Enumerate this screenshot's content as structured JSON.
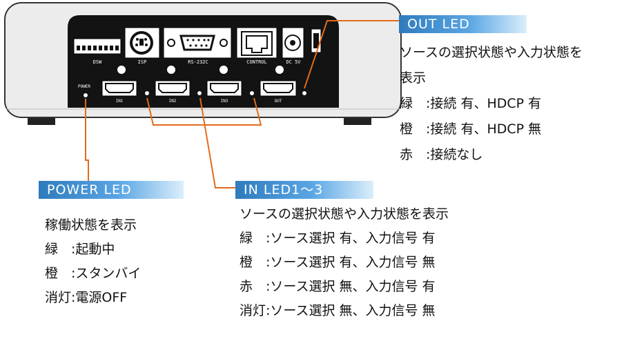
{
  "device": {
    "port_labels": {
      "dsw": "DSW",
      "isp": "ISP",
      "rs232c": "RS-232C",
      "control": "CONTROL",
      "dc5v": "DC 5V",
      "power": "POWER",
      "in1": "IN1",
      "in2": "IN2",
      "in3": "IN3",
      "out": "OUT"
    },
    "colors": {
      "leader_line": "#e36a1b",
      "tag_start": "#2e7bbd",
      "tag_end": "#dbeefb"
    }
  },
  "out_led": {
    "title": "OUT  LED",
    "lines": [
      "ソースの選択状態や入力状態を",
      "表示",
      "緑　:接続 有、HDCP 有",
      "橙　:接続 有、HDCP 無",
      "赤　:接続なし"
    ]
  },
  "power_led": {
    "title": "POWER  LED",
    "lines": [
      "稼働状態を表示",
      "緑　:起動中",
      "橙　:スタンバイ",
      "消灯:電源OFF"
    ]
  },
  "in_led": {
    "title": "IN LED1～3",
    "lines": [
      "ソースの選択状態や入力状態を表示",
      "緑　:ソース選択 有、入力信号 有",
      "橙　:ソース選択 有、入力信号 無",
      "赤　:ソース選択 無、入力信号 有",
      "消灯:ソース選択 無、入力信号 無"
    ]
  }
}
